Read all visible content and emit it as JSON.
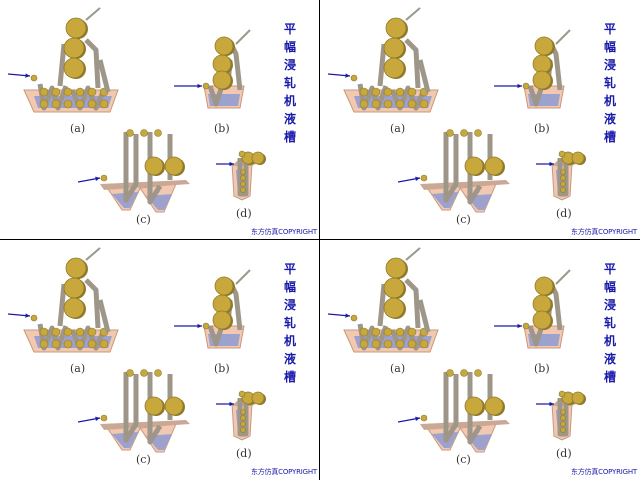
{
  "title_chars": [
    "平",
    "幅",
    "浸",
    "轧",
    "机",
    "液",
    "槽"
  ],
  "labels": {
    "a": "(a)",
    "b": "(b)",
    "c": "(c)",
    "d": "(d)"
  },
  "copyright": "东方仿真COPYRIGHT",
  "colors": {
    "roller": "#c8a83c",
    "roller_dark": "#8f7a2a",
    "frame": "#9e9688",
    "trough": "#f2c8b0",
    "liquid": "#7f94d8",
    "arrow": "#1a1aa8",
    "text_blue": "#1a1aa8"
  }
}
